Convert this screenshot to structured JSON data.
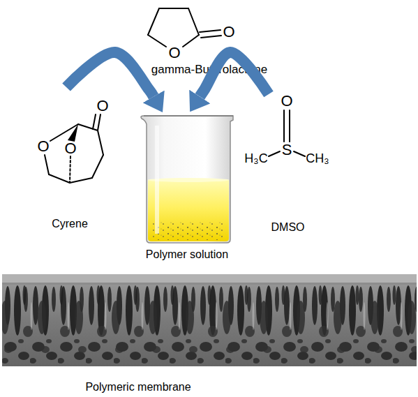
{
  "diagram": {
    "nodes": [
      {
        "text": [
          "gamma-Butyrolactone"
        ]
      },
      {
        "text": [
          "Cyrene"
        ]
      },
      {
        "text": [
          "Polymer solution"
        ]
      },
      {
        "text": [
          "DMSO"
        ]
      },
      {
        "text": [
          "Polymeric membrane"
        ]
      }
    ],
    "edges": [
      {
        "from": 1,
        "to": 2,
        "arrow": "to"
      },
      {
        "from": 3,
        "to": 2,
        "arrow": "to"
      }
    ],
    "labels": [
      "O",
      "O",
      "O",
      "O",
      "O",
      "O",
      "H₃C",
      "S",
      "CH₃"
    ]
  }
}
